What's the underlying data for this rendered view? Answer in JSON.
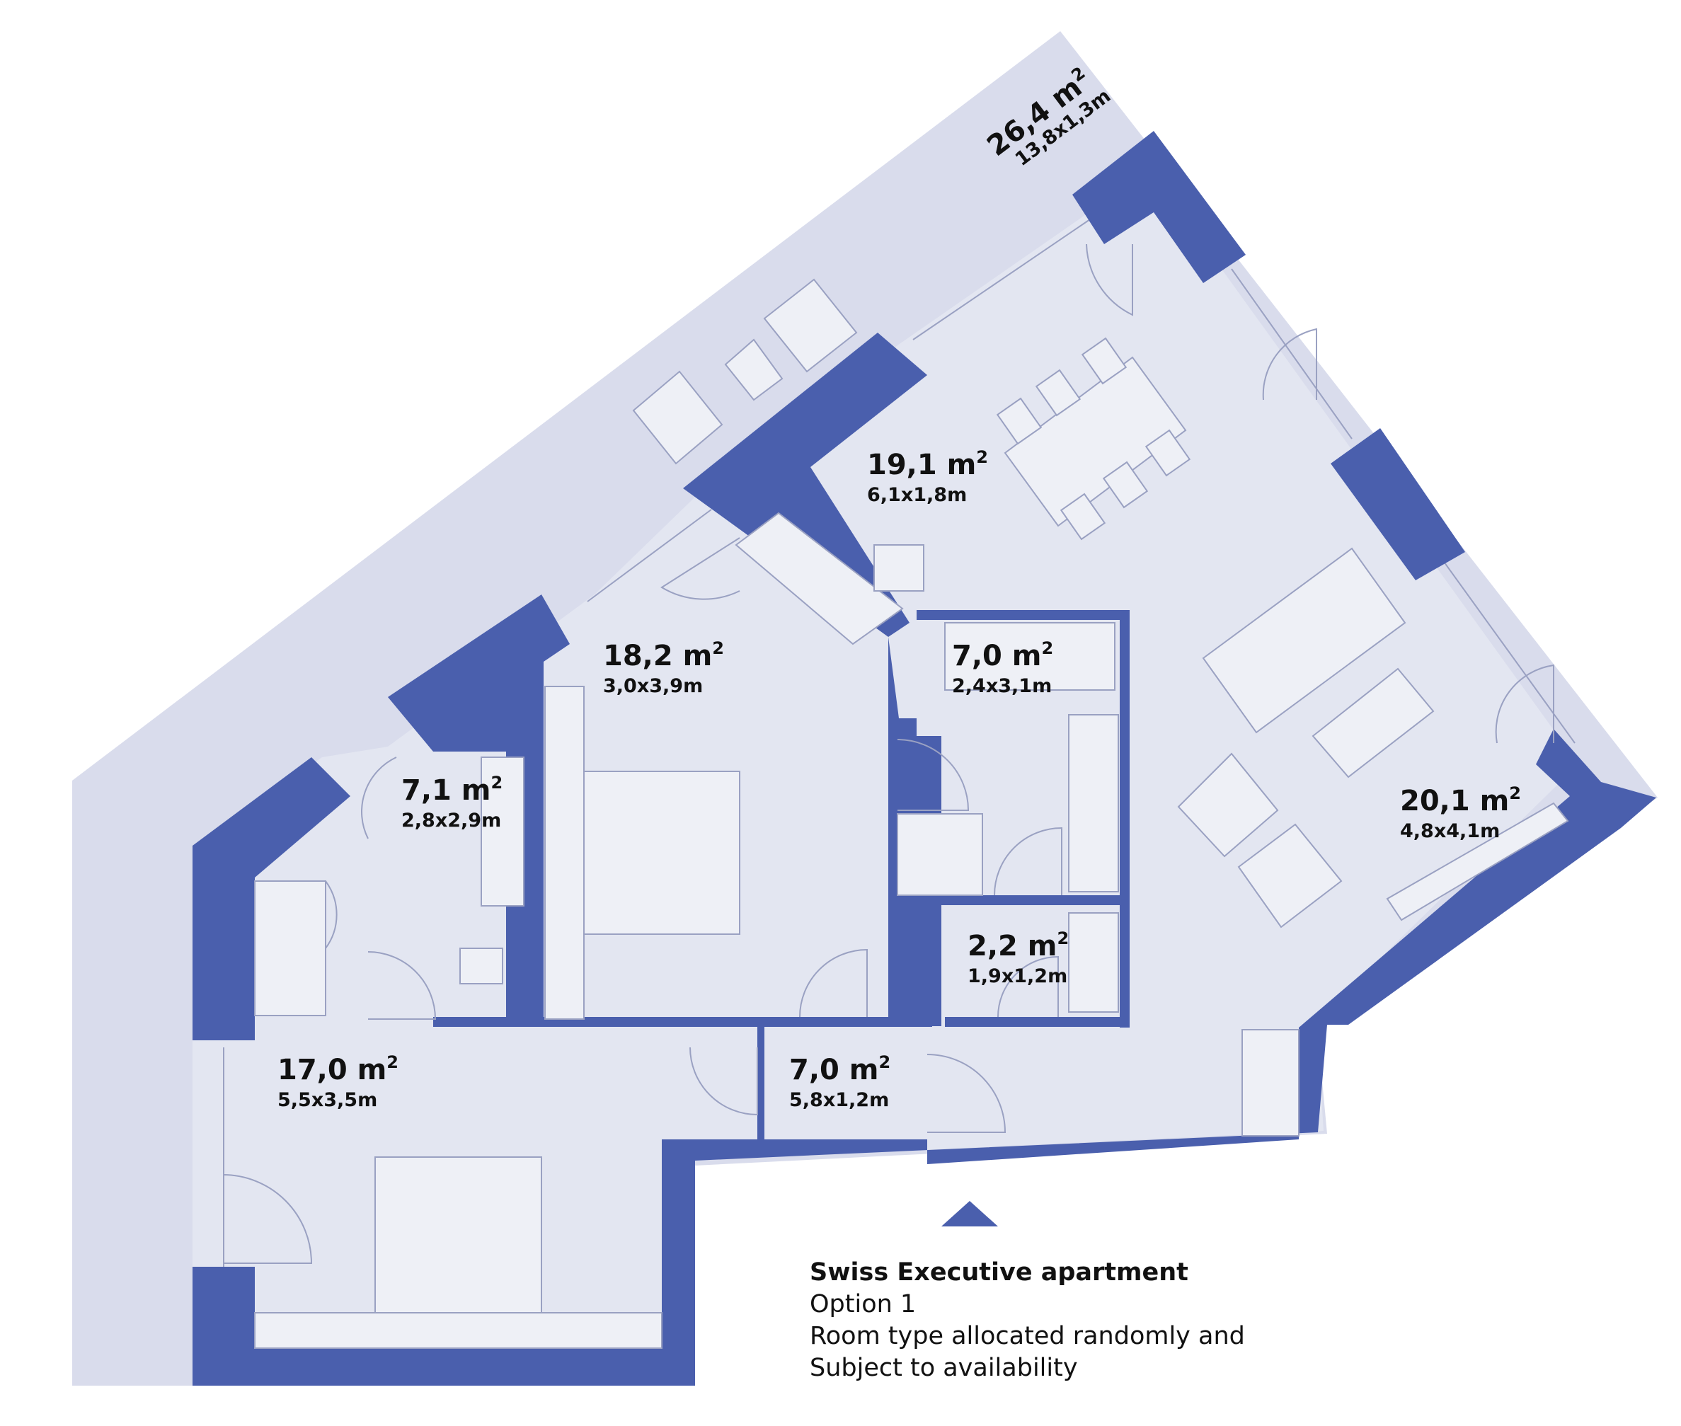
{
  "rooms": [
    {
      "area": "26,4 m",
      "dims": "13,8x1,3m"
    },
    {
      "area": "19,1 m",
      "dims": "6,1x1,8m"
    },
    {
      "area": "18,2 m",
      "dims": "3,0x3,9m"
    },
    {
      "area": "7,0 m",
      "dims": "2,4x3,1m"
    },
    {
      "area": "7,1 m",
      "dims": "2,8x2,9m"
    },
    {
      "area": "20,1 m",
      "dims": "4,8x4,1m"
    },
    {
      "area": "2,2 m",
      "dims": "1,9x1,2m"
    },
    {
      "area": "17,0 m",
      "dims": "5,5x3,5m"
    },
    {
      "area": "7,0 m",
      "dims": "5,8x1,2m"
    }
  ],
  "unit_sup": "2",
  "legend": {
    "title": "Swiss Executive apartment",
    "line1": "Option 1",
    "line2": "Room type allocated randomly and",
    "line3": "Subject to availability"
  },
  "colors": {
    "wall": "#4a5fad",
    "floor": "#e3e6f1",
    "terrace": "#d9dcec"
  }
}
